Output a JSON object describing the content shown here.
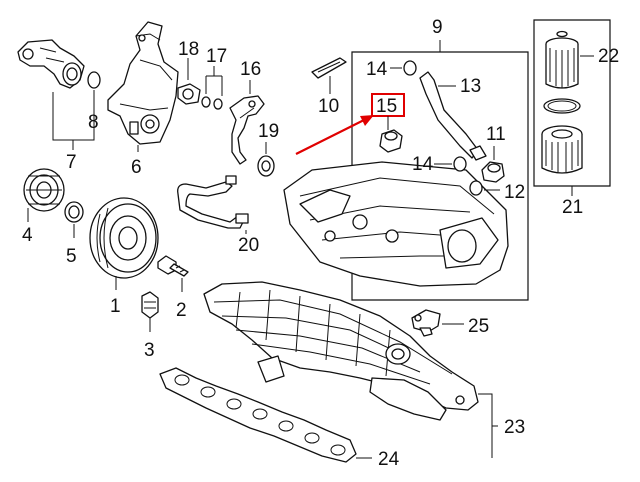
{
  "callouts": {
    "c1": "1",
    "c2": "2",
    "c3": "3",
    "c4": "4",
    "c5": "5",
    "c6": "6",
    "c7": "7",
    "c8": "8",
    "c9": "9",
    "c10": "10",
    "c11": "11",
    "c12": "12",
    "c13": "13",
    "c14a": "14",
    "c14b": "14",
    "c15": "15",
    "c16": "16",
    "c17": "17",
    "c18": "18",
    "c19": "19",
    "c20": "20",
    "c21": "21",
    "c22": "22",
    "c23": "23",
    "c24": "24",
    "c25": "25"
  },
  "highlight": {
    "part_number": "15",
    "color": "#e00000"
  },
  "colors": {
    "line": "#111111",
    "background": "#ffffff"
  }
}
